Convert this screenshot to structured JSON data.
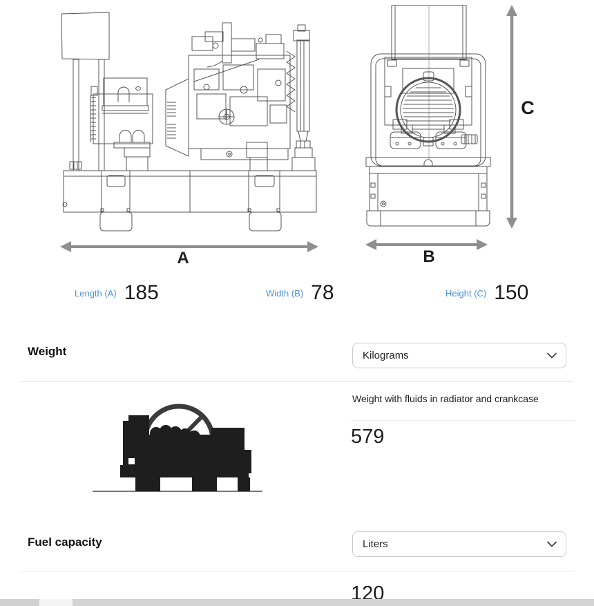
{
  "drawings": {
    "side_label": "A",
    "front_width_label": "B",
    "front_height_label": "C"
  },
  "dimensions": {
    "label_color": "#4a90d8",
    "items": [
      {
        "label": "Length (A)",
        "value": "185"
      },
      {
        "label": "Width (B)",
        "value": "78"
      },
      {
        "label": "Height (C)",
        "value": "150"
      }
    ]
  },
  "sections": {
    "weight": {
      "heading": "Weight",
      "unit_select": {
        "selected": "Kilograms",
        "icon": "chevron-down"
      },
      "rows": [
        {
          "label": "Weight with fluids in radiator and crankcase",
          "value": "579"
        }
      ]
    },
    "fuel": {
      "heading": "Fuel capacity",
      "unit_select": {
        "selected": "Liters",
        "icon": "chevron-down"
      },
      "rows": [
        {
          "value": "120"
        }
      ]
    }
  }
}
